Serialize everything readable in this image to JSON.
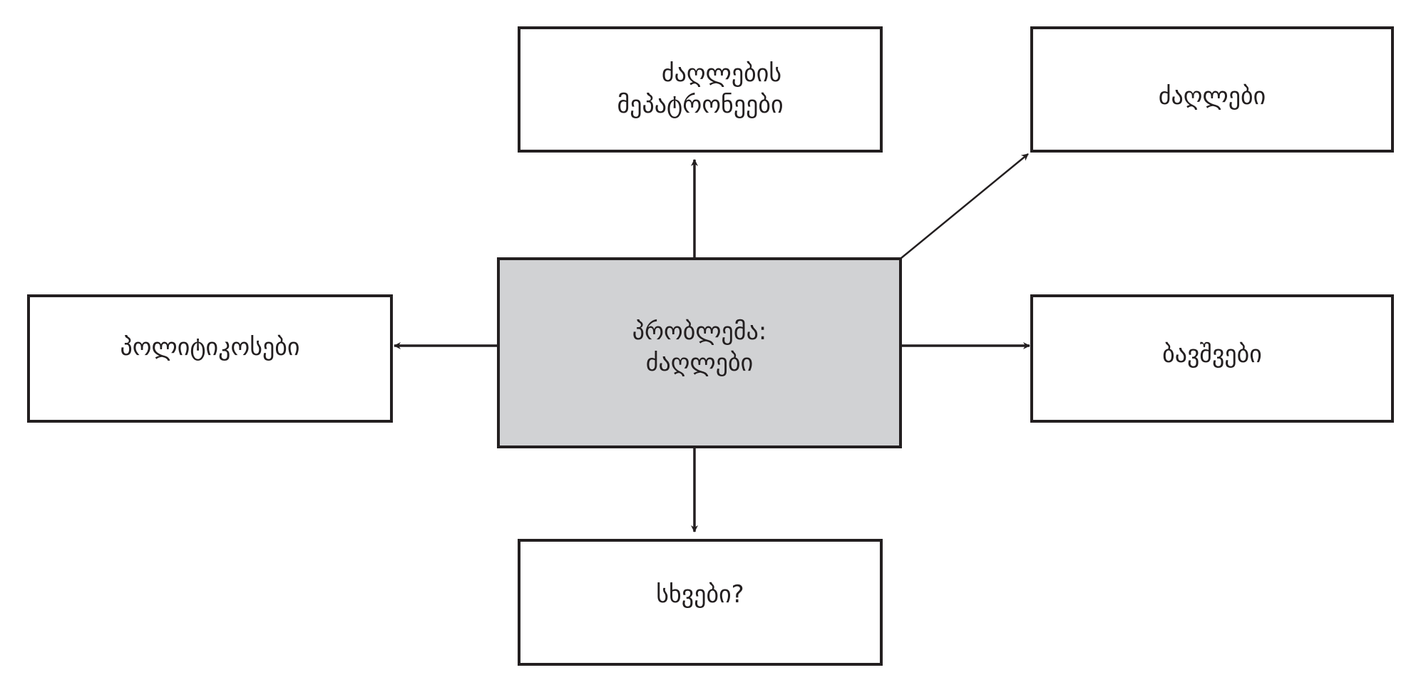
{
  "center": {
    "line1": "პრობლემა:",
    "line2": "ძაღლები"
  },
  "nodes": {
    "top": {
      "line1": "ძაღლების",
      "line2": "მეპატრონეები"
    },
    "top_right": {
      "label": "ძაღლები"
    },
    "left": {
      "label": "პოლიტიკოსები"
    },
    "right": {
      "label": "ბავშვები"
    },
    "bottom": {
      "label": "სხვები?"
    }
  },
  "colors": {
    "center_fill": "#d1d2d4",
    "stroke": "#231f20"
  }
}
